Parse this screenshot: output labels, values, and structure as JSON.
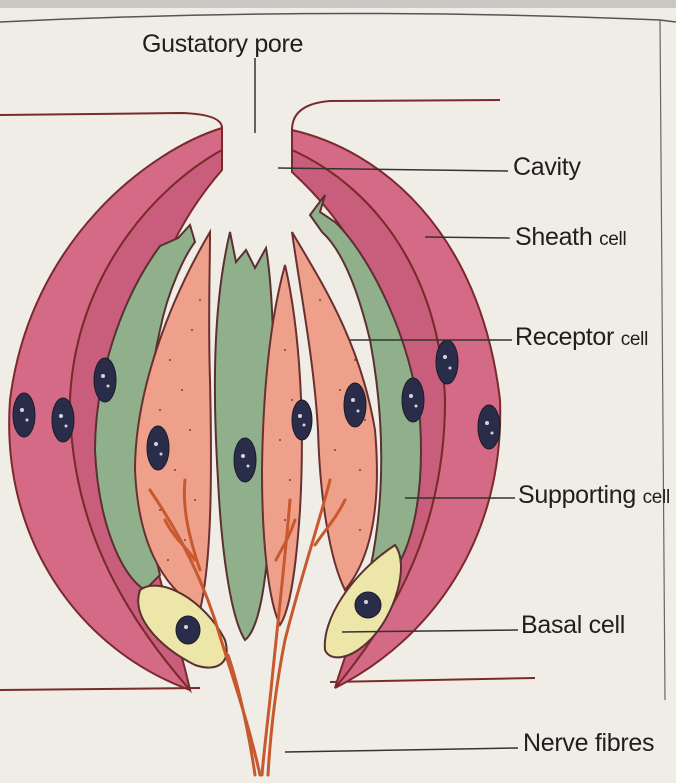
{
  "labels": {
    "gustatory_pore": "Gustatory pore",
    "cavity": "Cavity",
    "sheath": {
      "main": "Sheath",
      "sub": "cell"
    },
    "receptor": {
      "main": "Receptor",
      "sub": "cell"
    },
    "supporting": {
      "main": "Supporting",
      "sub": "cell"
    },
    "basal": "Basal cell",
    "nerve": "Nerve fibres"
  },
  "colors": {
    "sheath": "#d46a86",
    "supporting": "#8fb08a",
    "receptor": "#eea08a",
    "basal": "#ece7a8",
    "nucleus": "#2a2d4a",
    "nerve": "#c8582e",
    "outline": "#7a2a2a"
  }
}
